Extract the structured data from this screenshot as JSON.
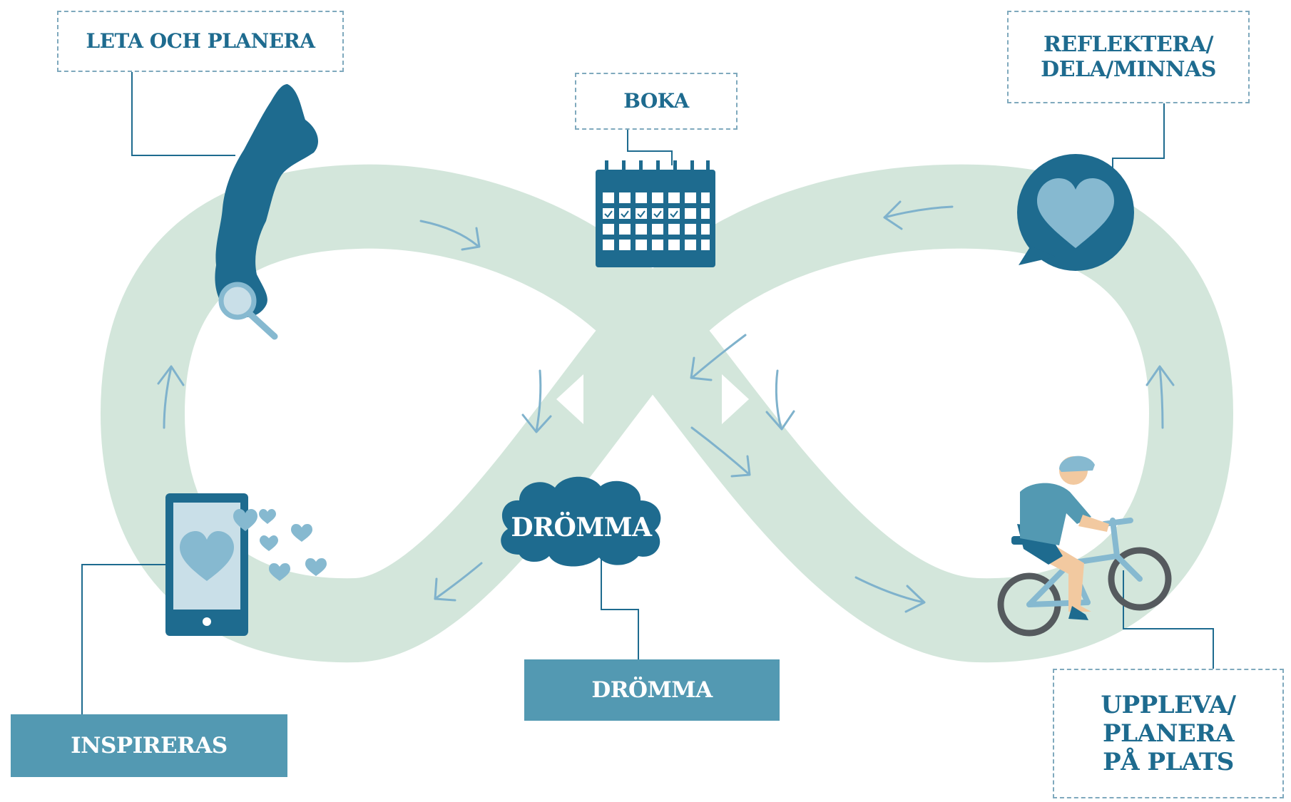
{
  "diagram": {
    "labels": {
      "leta_och_planera": "LETA OCH PLANERA",
      "boka": "BOKA",
      "reflektera": "REFLEKTERA/\nDELA/MINNAS",
      "inspireras": "INSPIRERAS",
      "dromma_box": "DRÖMMA",
      "dromma_cloud": "DRÖMMA",
      "uppleva": "UPPLEVA/\nPLANERA\nPÅ PLATS"
    },
    "icons": [
      "sweden-map-icon",
      "magnifier-icon",
      "calendar-icon",
      "heart-speech-bubble-icon",
      "smartphone-heart-icon",
      "cloud-icon",
      "cyclist-icon"
    ],
    "colors": {
      "loop": "#d3e6db",
      "dark_blue": "#1e6b8f",
      "mid_blue": "#5399b2",
      "light_blue": "#86b9d0",
      "arrow": "#7fb2cc",
      "connector": "#1e6b8f"
    }
  }
}
